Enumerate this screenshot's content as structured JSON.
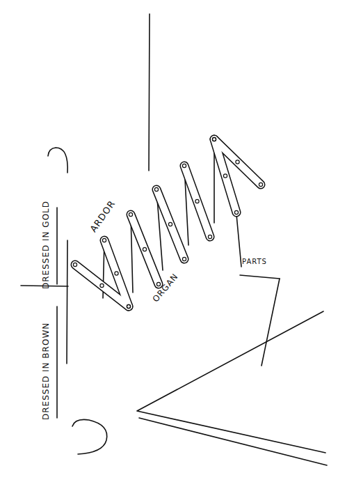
{
  "diagram": {
    "labels": [
      "DRESSED IN GOLD",
      "DRESSED IN BROWN",
      "ARDOR",
      "ORGAN",
      "PARTS"
    ]
  }
}
